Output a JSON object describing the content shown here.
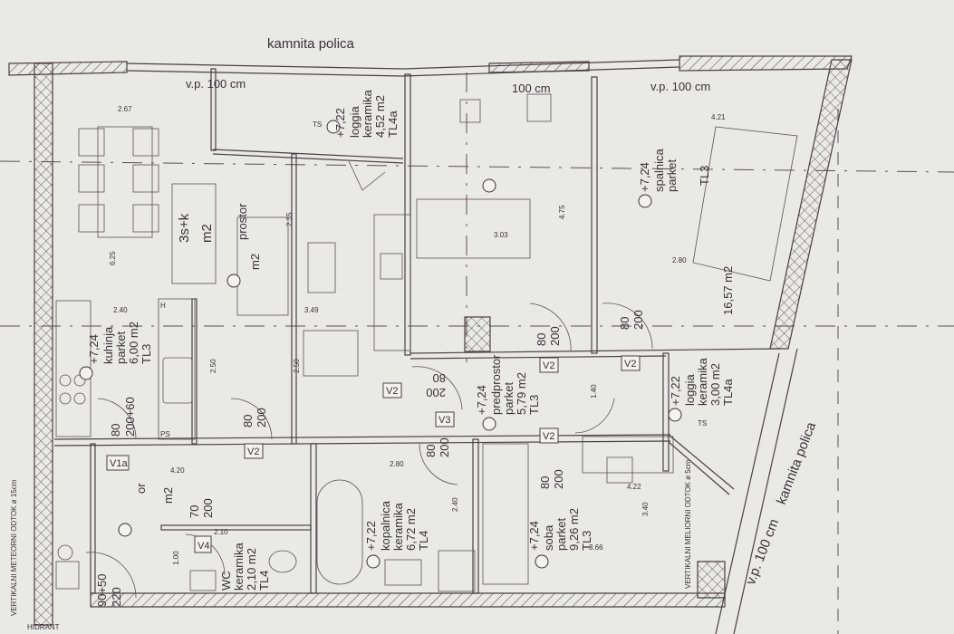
{
  "title": "kamnita polica",
  "sill_notes": {
    "top_left": "v.p. 100 cm",
    "top_mid": "100 cm",
    "top_right": "v.p. 100 cm",
    "right_diag": "v.p. 100 cm",
    "right_diag_shelf": "kamnita polica"
  },
  "apartment": {
    "type": "3s+k",
    "area_unit": "m2"
  },
  "rooms": {
    "loggia_top": {
      "level": "+7,22",
      "name": "loggia",
      "floor": "keramika",
      "area": "4,52 m2",
      "code": "TL4a"
    },
    "living": {
      "name": "prostor",
      "area_unit": "m2"
    },
    "bedroom": {
      "level": "+7,24",
      "name": "spalnica",
      "floor": "parket",
      "code": "TL3",
      "area": "16,57 m2"
    },
    "kitchen": {
      "level": "+7,24",
      "name": "kuhinja",
      "floor": "parket",
      "area": "6,00 m2",
      "code": "TL3"
    },
    "hall": {
      "level": "+7,24",
      "name": "predprostor",
      "floor": "parket",
      "area": "5,79 m2",
      "code": "TL3"
    },
    "loggia_right": {
      "level": "+7,22",
      "name": "loggia",
      "floor": "keramika",
      "area": "3,00 m2",
      "code": "TL4a"
    },
    "bathroom": {
      "level": "+7,22",
      "name": "kopalnica",
      "floor": "keramika",
      "area": "6,72 m2",
      "code": "TL4"
    },
    "room": {
      "level": "+7,24",
      "name": "soba",
      "floor": "parket",
      "area": "9,26 m2",
      "code": "TL3"
    },
    "wc": {
      "name": "WC",
      "floor": "keramika",
      "area": "2,10 m2",
      "code": "TL4"
    },
    "entry": {
      "name": "or",
      "area_unit": "m2"
    }
  },
  "dimensions": [
    "2.67",
    "4.21",
    "4.75",
    "3.03",
    "2.80",
    "3.49",
    "2.35",
    "6.25",
    "2.40",
    "2.50",
    "2.50",
    "1.40",
    "4.20",
    "2.80",
    "2.40",
    "4.22",
    "3.40",
    "3.66",
    "1.00",
    "2.10"
  ],
  "doors": [
    {
      "tag": "V1a",
      "w": "80",
      "h": "200+60"
    },
    {
      "tag": "V2",
      "w": "80",
      "h": "200"
    },
    {
      "tag": "V2",
      "w": "80",
      "h": "200"
    },
    {
      "tag": "V2",
      "w": "80",
      "h": "200"
    },
    {
      "tag": "V2",
      "w": "80",
      "h": "200"
    },
    {
      "tag": "V2",
      "w": "80",
      "h": "200"
    },
    {
      "tag": "V3",
      "w": "80",
      "h": "200"
    },
    {
      "tag": "V4",
      "w": "70",
      "h": "200"
    },
    {
      "tag": "",
      "w": "90+50",
      "h": "220"
    }
  ],
  "notes": {
    "drain_left": "VERTIKALNI METEORNI ODTOK ø 15cm",
    "drain_right": "VERTIKALNI MELIORNI ODTOK ø 5cm",
    "hydrant": "HIDRANT",
    "ts": "TS",
    "h": "H",
    "ps": "PS"
  }
}
